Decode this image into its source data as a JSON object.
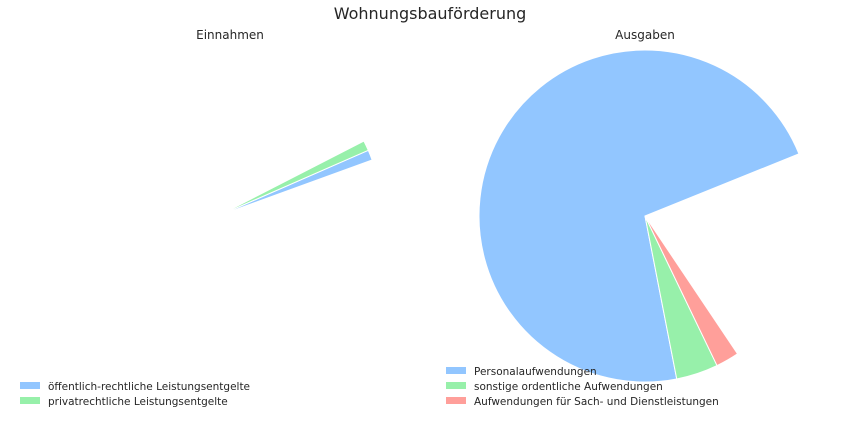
{
  "title": "Wohnungsbauförderung",
  "chart_data": [
    {
      "type": "pie",
      "title": "Einnahmen",
      "start_angle_deg": 20,
      "partial": true,
      "categories": [
        "öffentlich-rechtliche Leistungsentgelte",
        "privatrechtliche Leistungsentgelte"
      ],
      "values": [
        0.01,
        0.01
      ],
      "colors": [
        "#92c6ff",
        "#97f0aa"
      ],
      "legend_position": "lower-left"
    },
    {
      "type": "pie",
      "title": "Ausgaben",
      "start_angle_deg": 22,
      "partial": true,
      "categories": [
        "Personalaufwendungen",
        "sonstige ordentliche Aufwendungen",
        "Aufwendungen für Sach- und Dienstleistungen"
      ],
      "values": [
        0.7195,
        0.0408,
        0.0227
      ],
      "colors": [
        "#92c6ff",
        "#97f0aa",
        "#ff9f9a"
      ],
      "legend_position": "lower-left"
    }
  ]
}
